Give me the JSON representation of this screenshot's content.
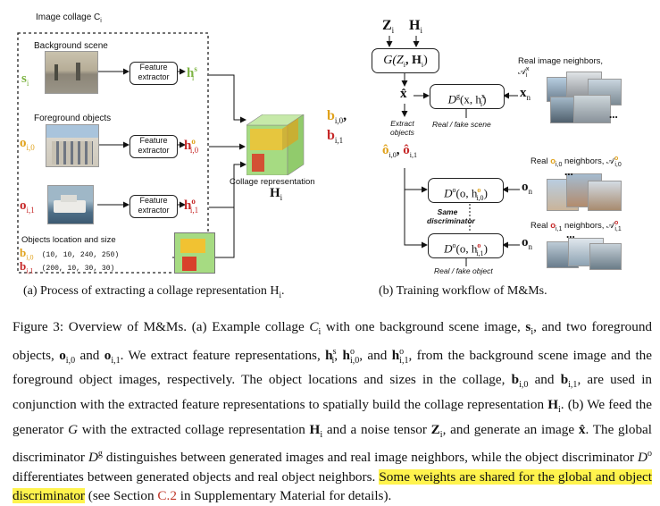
{
  "left": {
    "collage_title": "Image collage C",
    "collage_title_sub": "i",
    "background_label": "Background scene",
    "s_symbol": "s",
    "s_sub": "i",
    "foreground_label": "Foreground objects",
    "o0_symbol": "o",
    "o0_sub": "i,0",
    "o1_symbol": "o",
    "o1_sub": "i,1",
    "extractor_label_1": "Feature",
    "extractor_label_2": "extractor",
    "hs_symbol": "h",
    "hs_sup": "s",
    "hs_sub": "i",
    "h0_symbol": "h",
    "h0_sup": "o",
    "h0_sub": "i,0",
    "h1_symbol": "h",
    "h1_sup": "o",
    "h1_sub": "i,1",
    "objects_loc_label": "Objects location and size",
    "b0_symbol": "b",
    "b0_sub": "i,0",
    "b0_value": "(10, 10, 240, 250)",
    "b1_symbol": "b",
    "b1_sub": "i,1",
    "b1_value": "(200, 10, 30, 30)",
    "collage_rep_label": "Collage representation",
    "H_symbol": "H",
    "H_sub": "i",
    "caption_a": "(a) Process of extracting a collage representation H",
    "caption_a_sub": "i",
    "caption_a_end": "."
  },
  "right": {
    "z_symbol": "Z",
    "z_sub": "i",
    "h_symbol": "H",
    "h_sub": "i",
    "generator_label": "G(Z",
    "generator_sub1": "i",
    "generator_mid": ", H",
    "generator_sub2": "i",
    "generator_end": ")",
    "xhat": "x̂",
    "dg_label": "D",
    "dg_sup": "g",
    "dg_args": "(x, h",
    "dg_args_sup": "x",
    "dg_args_sub": "i",
    "dg_args_end": ")",
    "xn_symbol": "x",
    "xn_sub": "n",
    "real_fake_scene": "Real / fake scene",
    "extract_objects_1": "Extract",
    "extract_objects_2": "objects",
    "ohat_text": "ô",
    "ohat0_sub": "i,0",
    "ohat1_sub": "i,1",
    "b0_symbol": "b",
    "b0_sub": "i,0",
    "b1_symbol": "b",
    "b1_sub": "i,1",
    "real_image_neighbors": "Real image neighbors, 𝒜",
    "real_image_neighbors_sup": "x",
    "real_image_neighbors_sub": "i",
    "real_o0_neighbors_pre": "Real ",
    "real_o0_symbol": "o",
    "real_o0_sub": "i,0",
    "real_o0_neighbors_post": " neighbors, 𝒜",
    "real_o0_a_sup": "o",
    "real_o0_a_sub": "i,0",
    "real_o1_neighbors_pre": "Real ",
    "real_o1_symbol": "o",
    "real_o1_sub": "i,1",
    "real_o1_neighbors_post": " neighbors, 𝒜",
    "real_o1_a_sup": "o",
    "real_o1_a_sub": "i,1",
    "do_label": "D",
    "do_sup": "o",
    "do_args": "(o, h",
    "do0_sup": "o",
    "do0_sub": "i,0",
    "do1_sup": "o",
    "do1_sub": "i,1",
    "do_end": ")",
    "on_symbol": "o",
    "on_sub": "n",
    "same_disc_1": "Same",
    "same_disc_2": "discriminator",
    "real_fake_object": "Real / fake object",
    "dots": "...",
    "caption_b": "(b) Training workflow of M&Ms."
  },
  "caption": {
    "p1": "Figure 3: Overview of M&Ms. (a) Example collage ",
    "Ci": "C",
    "Ci_sub": "i",
    "p2": " with one background scene image, ",
    "s_bold": "s",
    "s_sub": "i",
    "p3": ", and two foreground objects, ",
    "o_bold": "o",
    "o0_sub": "i,0",
    "and": " and ",
    "o1_sub": "i,1",
    "p4": ". We extract feature representations, ",
    "h_bold": "h",
    "hs_sup": "s",
    "hs_sub": "i",
    "comma": ", ",
    "ho_sup": "o",
    "ho0_sub": "i,0",
    "and2": ", and ",
    "ho1_sub": "i,1",
    "p5": ", from the background scene image and the foreground object images, respectively. The object locations and sizes in the collage, ",
    "b_bold": "b",
    "b0_sub": "i,0",
    "and3": " and ",
    "b1_sub": "i,1",
    "p6": ", are used in conjunction with the extracted feature representations to spatially build the collage representation ",
    "H_bold": "H",
    "H_sub": "i",
    "p7": ". (b) We feed the generator ",
    "G": "G",
    "p8": " with the extracted collage representation ",
    "p9": " and a noise tensor ",
    "Z_bold": "Z",
    "Z_sub": "i",
    "p10": ", and generate an image ",
    "xhat": "x̂",
    "p11": ". The global discriminator ",
    "D": "D",
    "Dg_sup": "g",
    "p12": " distinguishes between generated images and real image neighbors, while the object discriminator ",
    "Do_sup": "o",
    "p13": " differentiates between generated objects and real object neighbors. ",
    "highlight": "Some weights are shared for the global and object discriminator",
    "p14": " (see Section ",
    "section_ref": "C.2",
    "p15": " in Supplementary Material for details)."
  },
  "colors": {
    "green": "#7cb342",
    "orange": "#e0a21b",
    "red": "#c62828",
    "highlight": "#fff34d",
    "ref": "#c0392b"
  }
}
